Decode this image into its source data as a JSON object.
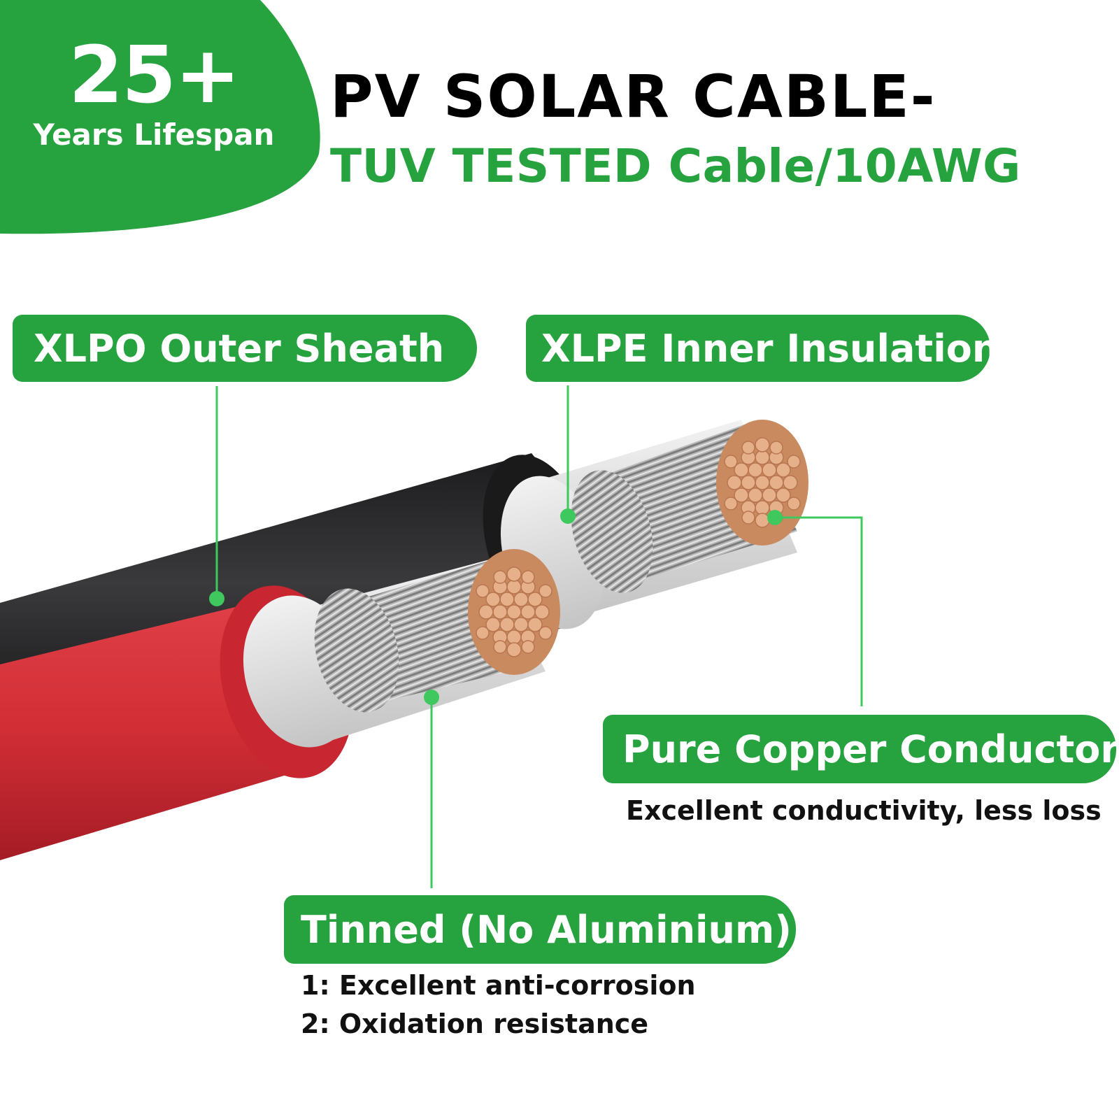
{
  "badge": {
    "number": "25+",
    "caption": "Years Lifespan"
  },
  "title": {
    "line1": "PV SOLAR CABLE-",
    "line2": "TUV TESTED Cable/10AWG"
  },
  "labels": {
    "outer_sheath": "XLPO Outer Sheath",
    "inner_insulation": "XLPE Inner Insulation",
    "conductor": "Pure Copper Conductor",
    "conductor_note": "Excellent conductivity, less loss",
    "tinned": "Tinned (No Aluminium)",
    "tinned_notes": [
      "1: Excellent anti-corrosion",
      "2: Oxidation resistance"
    ]
  },
  "colors": {
    "brand_green": "#26a33f",
    "dot_green": "#3fc85e",
    "cable_red": "#d22e36",
    "cable_black": "#2a2a2c",
    "insulation": "#d9d9d9",
    "copper": "#d9a07a"
  }
}
